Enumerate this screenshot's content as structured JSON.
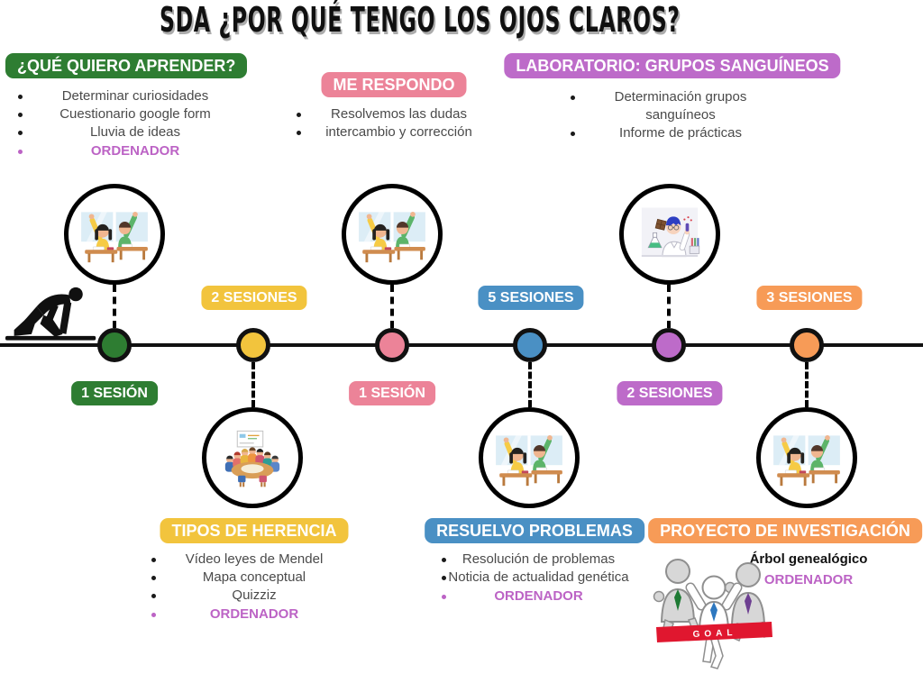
{
  "title": "SDA ¿POR QUÉ TENGO LOS OJOS CLAROS?",
  "colors": {
    "green": "#2e7d32",
    "yellow": "#f2c43d",
    "pink": "#ec8398",
    "blue": "#4a90c4",
    "purple": "#bd6bc9",
    "orange": "#f79b57",
    "highlight_text": "#bc63c5",
    "body_text": "#4a4a4a"
  },
  "top_sections": [
    {
      "label": "¿QUÉ QUIERO APRENDER?",
      "color": "green",
      "items": [
        {
          "text": "Determinar curiosidades"
        },
        {
          "text": "Cuestionario google form"
        },
        {
          "text": "Lluvia de ideas"
        },
        {
          "text": "ORDENADOR",
          "highlight": true
        }
      ]
    },
    {
      "label": "ME RESPONDO",
      "color": "pink",
      "items": [
        {
          "text": "Resolvemos las dudas"
        },
        {
          "text": "intercambio y corrección"
        }
      ]
    },
    {
      "label": "LABORATORIO: GRUPOS SANGUÍNEOS",
      "color": "purple",
      "items": [
        {
          "text": "Determinación grupos sanguíneos"
        },
        {
          "text": "Informe de prácticas"
        }
      ]
    }
  ],
  "timeline": {
    "start_icon": "runner-at-starting-blocks",
    "milestones": [
      {
        "session_label": "1 SESIÓN",
        "color": "green",
        "circle_side": "above",
        "illustration": "students-raising-hands"
      },
      {
        "session_label": "2 SESIONES",
        "color": "yellow",
        "circle_side": "below",
        "illustration": "group-work-around-table"
      },
      {
        "session_label": "1 SESIÓN",
        "color": "pink",
        "circle_side": "above",
        "illustration": "students-raising-hands"
      },
      {
        "session_label": "5 SESIONES",
        "color": "blue",
        "circle_side": "below",
        "illustration": "students-raising-hands"
      },
      {
        "session_label": "2 SESIONES",
        "color": "purple",
        "circle_side": "above",
        "illustration": "scientist-in-lab"
      },
      {
        "session_label": "3 SESIONES",
        "color": "orange",
        "circle_side": "below",
        "illustration": "students-raising-hands"
      }
    ]
  },
  "bottom_sections": [
    {
      "label": "TIPOS DE HERENCIA",
      "color": "yellow",
      "items": [
        {
          "text": "Vídeo leyes de Mendel"
        },
        {
          "text": "Mapa conceptual"
        },
        {
          "text": "Quizziz"
        },
        {
          "text": "ORDENADOR",
          "highlight": true
        }
      ]
    },
    {
      "label": "RESUELVO PROBLEMAS",
      "color": "blue",
      "items": [
        {
          "text": "Resolución de problemas"
        },
        {
          "text": "Noticia de actualidad genética"
        },
        {
          "text": "ORDENADOR",
          "highlight": true
        }
      ]
    },
    {
      "label": "PROYECTO DE INVESTIGACIÓN",
      "color": "orange",
      "items": [
        {
          "text": "Árbol genealógico",
          "emphasis": true
        },
        {
          "text": "ORDENADOR",
          "highlight": true
        }
      ]
    }
  ],
  "goal_banner": {
    "text": "GOAL",
    "icon": "runners-crossing-finish-line"
  }
}
